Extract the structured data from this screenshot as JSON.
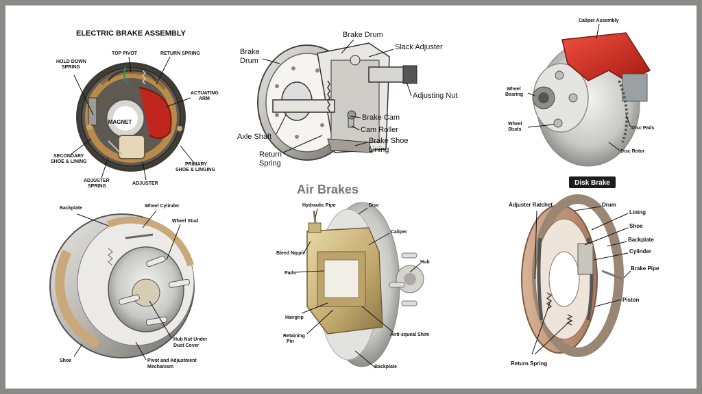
{
  "colors": {
    "frame": "#8a8a86",
    "caliper_red": "#d22a1f",
    "metal": "#c9c9c6",
    "brass": "#c9b37e",
    "magnet_red": "#c0261d",
    "disk_title_bg": "#1c1c1c"
  },
  "electric": {
    "title": "ELECTRIC BRAKE ASSEMBLY",
    "labels": {
      "hold_down_1": "HOLD DOWN",
      "hold_down_2": "SPRING",
      "top_pivot": "TOP PIVOT",
      "return_spring": "RETURN SPRING",
      "actuating_1": "ACTUATING",
      "actuating_2": "ARM",
      "magnet": "MAGNET",
      "secondary_1": "SECONDARY",
      "secondary_2": "SHOE & LINING",
      "primary_1": "PRIMARY",
      "primary_2": "SHOE & LINGING",
      "adjuster_spring_1": "ADJUSTER",
      "adjuster_spring_2": "SPRING",
      "adjuster": "ADJUSTER"
    }
  },
  "drum_air": {
    "labels": {
      "brake_drum_top": "Brake Drum",
      "brake_drum_left_1": "Brake",
      "brake_drum_left_2": "Drum",
      "slack_adjuster": "Slack Adjuster",
      "adjusting_nut": "Adjusting Nut",
      "brake_cam": "Brake Cam",
      "cam_roller": "Cam Roller",
      "axle_shaft": "Axle Shaft",
      "brake_shoe_1": "Brake Shoe",
      "brake_shoe_2": "Lining",
      "return_spring_1": "Return",
      "return_spring_2": "Spring"
    }
  },
  "disk": {
    "title": "Disk Brake",
    "labels": {
      "caliper_assembly": "Caliper Assembly",
      "wheel_bearing_1": "Wheel",
      "wheel_bearing_2": "Bearing",
      "wheel_studs_1": "Wheel",
      "wheel_studs_2": "Studs",
      "disc_pads": "Disc Pads",
      "disc_rotor": "Disc Rotor"
    }
  },
  "drum_bottom_left": {
    "labels": {
      "backplate": "Backplate",
      "wheel_cylinder": "Wheel Cylinder",
      "wheel_stud": "Wheel Stud",
      "hub_nut_1": "Hub Nut Under",
      "hub_nut_2": "Dust Cover",
      "shoe": "Shoe",
      "pivot_1": "Pivot and Adjustment",
      "pivot_2": "Mechanism"
    }
  },
  "caliper": {
    "title": "Air Brakes",
    "labels": {
      "hydraulic_pipe": "Hydraulic Pipe",
      "disc": "Disc",
      "caliper": "Caliper",
      "bleed_nipple": "Bleed Nipple",
      "hub": "Hub",
      "pads": "Pads",
      "hairgrip": "Hairgrip",
      "retaining_1": "Retaining",
      "retaining_2": "Pin",
      "anti_squeal": "Anti-squeal Shim",
      "backplate": "Backplate"
    }
  },
  "drum_bottom_right": {
    "labels": {
      "adjuster_ratchet": "Adjuster Ratchet",
      "drum": "Drum",
      "lining": "Lining",
      "shoe": "Shoe",
      "backplate": "Backplate",
      "cylinder": "Cylinder",
      "brake_pipe": "Brake Pipe",
      "piston": "Piston",
      "return_spring": "Return Spring"
    }
  }
}
